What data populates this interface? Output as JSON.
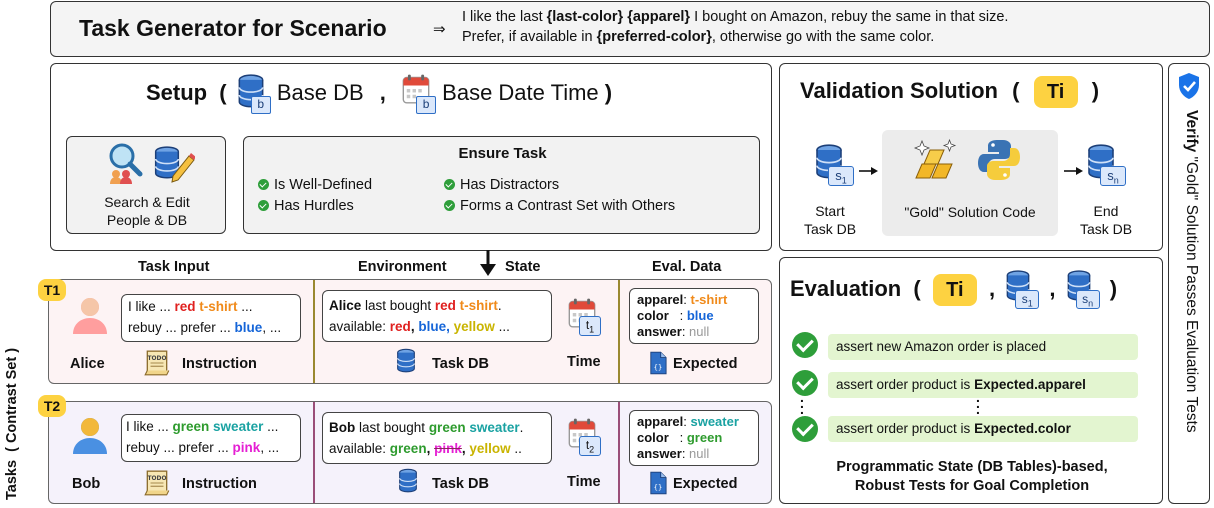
{
  "header": {
    "title": "Task Generator for Scenario",
    "arrow": "⇒",
    "line1_a": "I like the last ",
    "line1_b": "{last-color} {apparel}",
    "line1_c": " I bought on Amazon, rebuy the same in that size.",
    "line2_a": "Prefer, if available in ",
    "line2_b": "{preferred-color}",
    "line2_c": ", otherwise go with the same color."
  },
  "setup": {
    "title": "Setup",
    "open_paren": "(",
    "comma": ",",
    "close_paren": ")",
    "base_db": "Base DB",
    "base_date_time": "Base Date Time",
    "b_label": "b",
    "search_edit_1": "Search & Edit",
    "search_edit_2": "People & DB",
    "ensure_title": "Ensure Task",
    "ensure_items": [
      "Is Well-Defined",
      "Has Distractors",
      "Has Hurdles",
      "Forms a Contrast Set with Others"
    ]
  },
  "validation": {
    "title": "Validation Solution",
    "ti": "Ti",
    "open_paren": "(",
    "close_paren": ")",
    "start_1": "Start",
    "start_2": "Task DB",
    "gold": "\"Gold\" Solution Code",
    "end_1": "End",
    "end_2": "Task DB",
    "s1": "s",
    "s1_sub": "1",
    "sn": "s",
    "sn_sub": "n"
  },
  "verify": {
    "bold": "Verify",
    "rest": " \"Gold\" Solution Passes Evaluation Tests"
  },
  "tasks": {
    "side_label": "Tasks  ( Contrast Set )",
    "col_task_input": "Task Input",
    "col_environment": "Environment",
    "col_state": "State",
    "col_eval": "Eval. Data",
    "instruction": "Instruction",
    "task_db": "Task DB",
    "time": "Time",
    "expected": "Expected",
    "todo": "TODO",
    "t1": {
      "tag": "T1",
      "name": "Alice",
      "in1_a": "I like ... ",
      "in1_color": "red",
      "in1_apparel": "t-shirt",
      "in1_c": " ...",
      "in2_a": "rebuy ... prefer ... ",
      "in2_color": "blue",
      "in2_c": ", ...",
      "env_name": "Alice",
      "env1_a": " last bought ",
      "env1_color": "red",
      "env1_apparel": "t-shirt",
      "env1_c": ".",
      "env2_a": "available: ",
      "env2_c1": "red",
      "env2_c2": "blue,",
      "env2_c3": "yellow",
      "env2_end": " ...",
      "time_sub": "1",
      "apparel_key": "apparel",
      "apparel_val": "t-shirt",
      "color_key": "color",
      "color_val": "blue",
      "answer_key": "answer",
      "answer_val": "null"
    },
    "t2": {
      "tag": "T2",
      "name": "Bob",
      "in1_a": "I like ... ",
      "in1_color": "green",
      "in1_apparel": "sweater",
      "in1_c": " ...",
      "in2_a": "rebuy ... prefer ... ",
      "in2_color": "pink",
      "in2_c": ", ...",
      "env_name": "Bob",
      "env1_a": " last bought ",
      "env1_color": "green",
      "env1_apparel": "sweater",
      "env1_c": ".",
      "env2_a": "available: ",
      "env2_c1": "green",
      "env2_c2": "pink",
      "env2_c3": "yellow",
      "env2_end": " ..",
      "time_sub": "2",
      "apparel_key": "apparel",
      "apparel_val": "sweater",
      "color_key": "color",
      "color_val": "green",
      "answer_key": "answer",
      "answer_val": "null"
    }
  },
  "evaluation": {
    "title": "Evaluation",
    "ti": "Ti",
    "assert1": "assert new Amazon order is placed",
    "assert2_a": "assert order product is ",
    "assert2_b": "Expected.apparel",
    "assert3_a": "assert order product is ",
    "assert3_b": "Expected.color",
    "footer1": "Programmatic State (DB Tables)-based,",
    "footer2": "Robust Tests for Goal Completion"
  },
  "colors": {
    "accent_yellow": "#fdd241",
    "db_blue": "#2f6fc6",
    "check_green": "#2e9e3a",
    "assert_bg": "#e3f5d0"
  }
}
